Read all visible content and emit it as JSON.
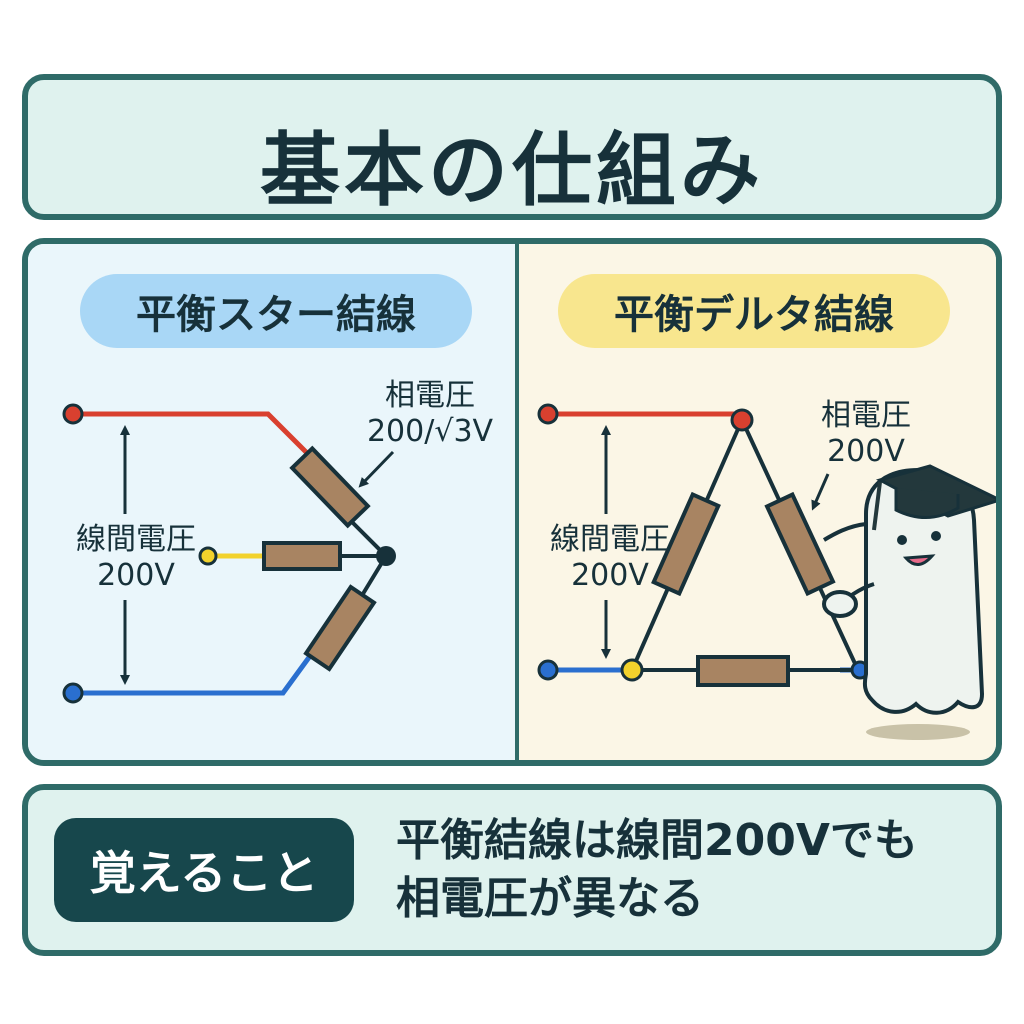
{
  "title": "基本の仕組み",
  "star": {
    "heading": "平衡スター結線",
    "line_voltage_label": "線間電圧",
    "line_voltage_value": "200V",
    "phase_voltage_label": "相電圧",
    "phase_voltage_value": "200/√3V"
  },
  "delta": {
    "heading": "平衡デルタ結線",
    "line_voltage_label": "線間電圧",
    "line_voltage_value": "200V",
    "phase_voltage_label": "相電圧",
    "phase_voltage_value": "200V"
  },
  "note": {
    "badge": "覚えること",
    "line1": "平衡結線は線間200Vでも",
    "line2": "相電圧が異なる"
  },
  "colors": {
    "red_phase": "#d9402f",
    "yellow_phase": "#f2d22c",
    "blue_phase": "#2a6fcf",
    "resistor": "#a88462",
    "outline": "#17313a"
  },
  "icons": [
    "graduation-cap-mascot-icon",
    "up-down-arrow-icon"
  ]
}
